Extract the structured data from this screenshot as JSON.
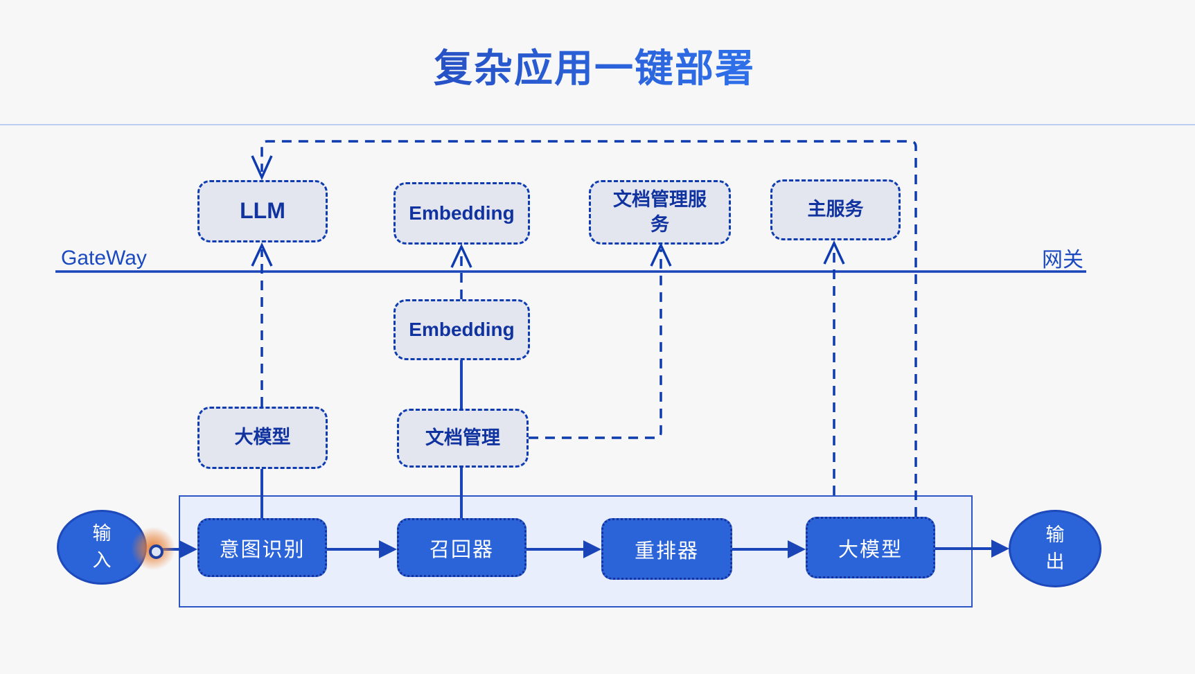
{
  "title": "复杂应用一键部署",
  "gateway": {
    "left_label": "GateWay",
    "right_label": "网关"
  },
  "service_row": [
    {
      "label": "LLM"
    },
    {
      "label": "Embedding"
    },
    {
      "label": "文档管理服务"
    },
    {
      "label": "主服务"
    }
  ],
  "middle_nodes": {
    "embedding": "Embedding",
    "llm_model": "大模型",
    "doc_mgmt": "文档管理"
  },
  "pipeline": [
    {
      "label": "意图识别"
    },
    {
      "label": "召回器"
    },
    {
      "label": "重排器"
    },
    {
      "label": "大模型"
    }
  ],
  "terminals": {
    "input": "输入",
    "output": "输出"
  },
  "colors": {
    "title_blue_start": "#2751c5",
    "title_blue_end": "#2e70ea",
    "dashed_border_blue": "#0e3cb0",
    "navy_text": "#10339f",
    "node_fill": "#e4e6ef",
    "wire_blue": "#1a45b8",
    "flow_fill": "#2b63d8",
    "flow_border": "#15319b",
    "panel_fill": "#e8eefb",
    "panel_border": "#2d55c4",
    "glow_orange": "#e87d34",
    "background": "#f7f7f8"
  }
}
